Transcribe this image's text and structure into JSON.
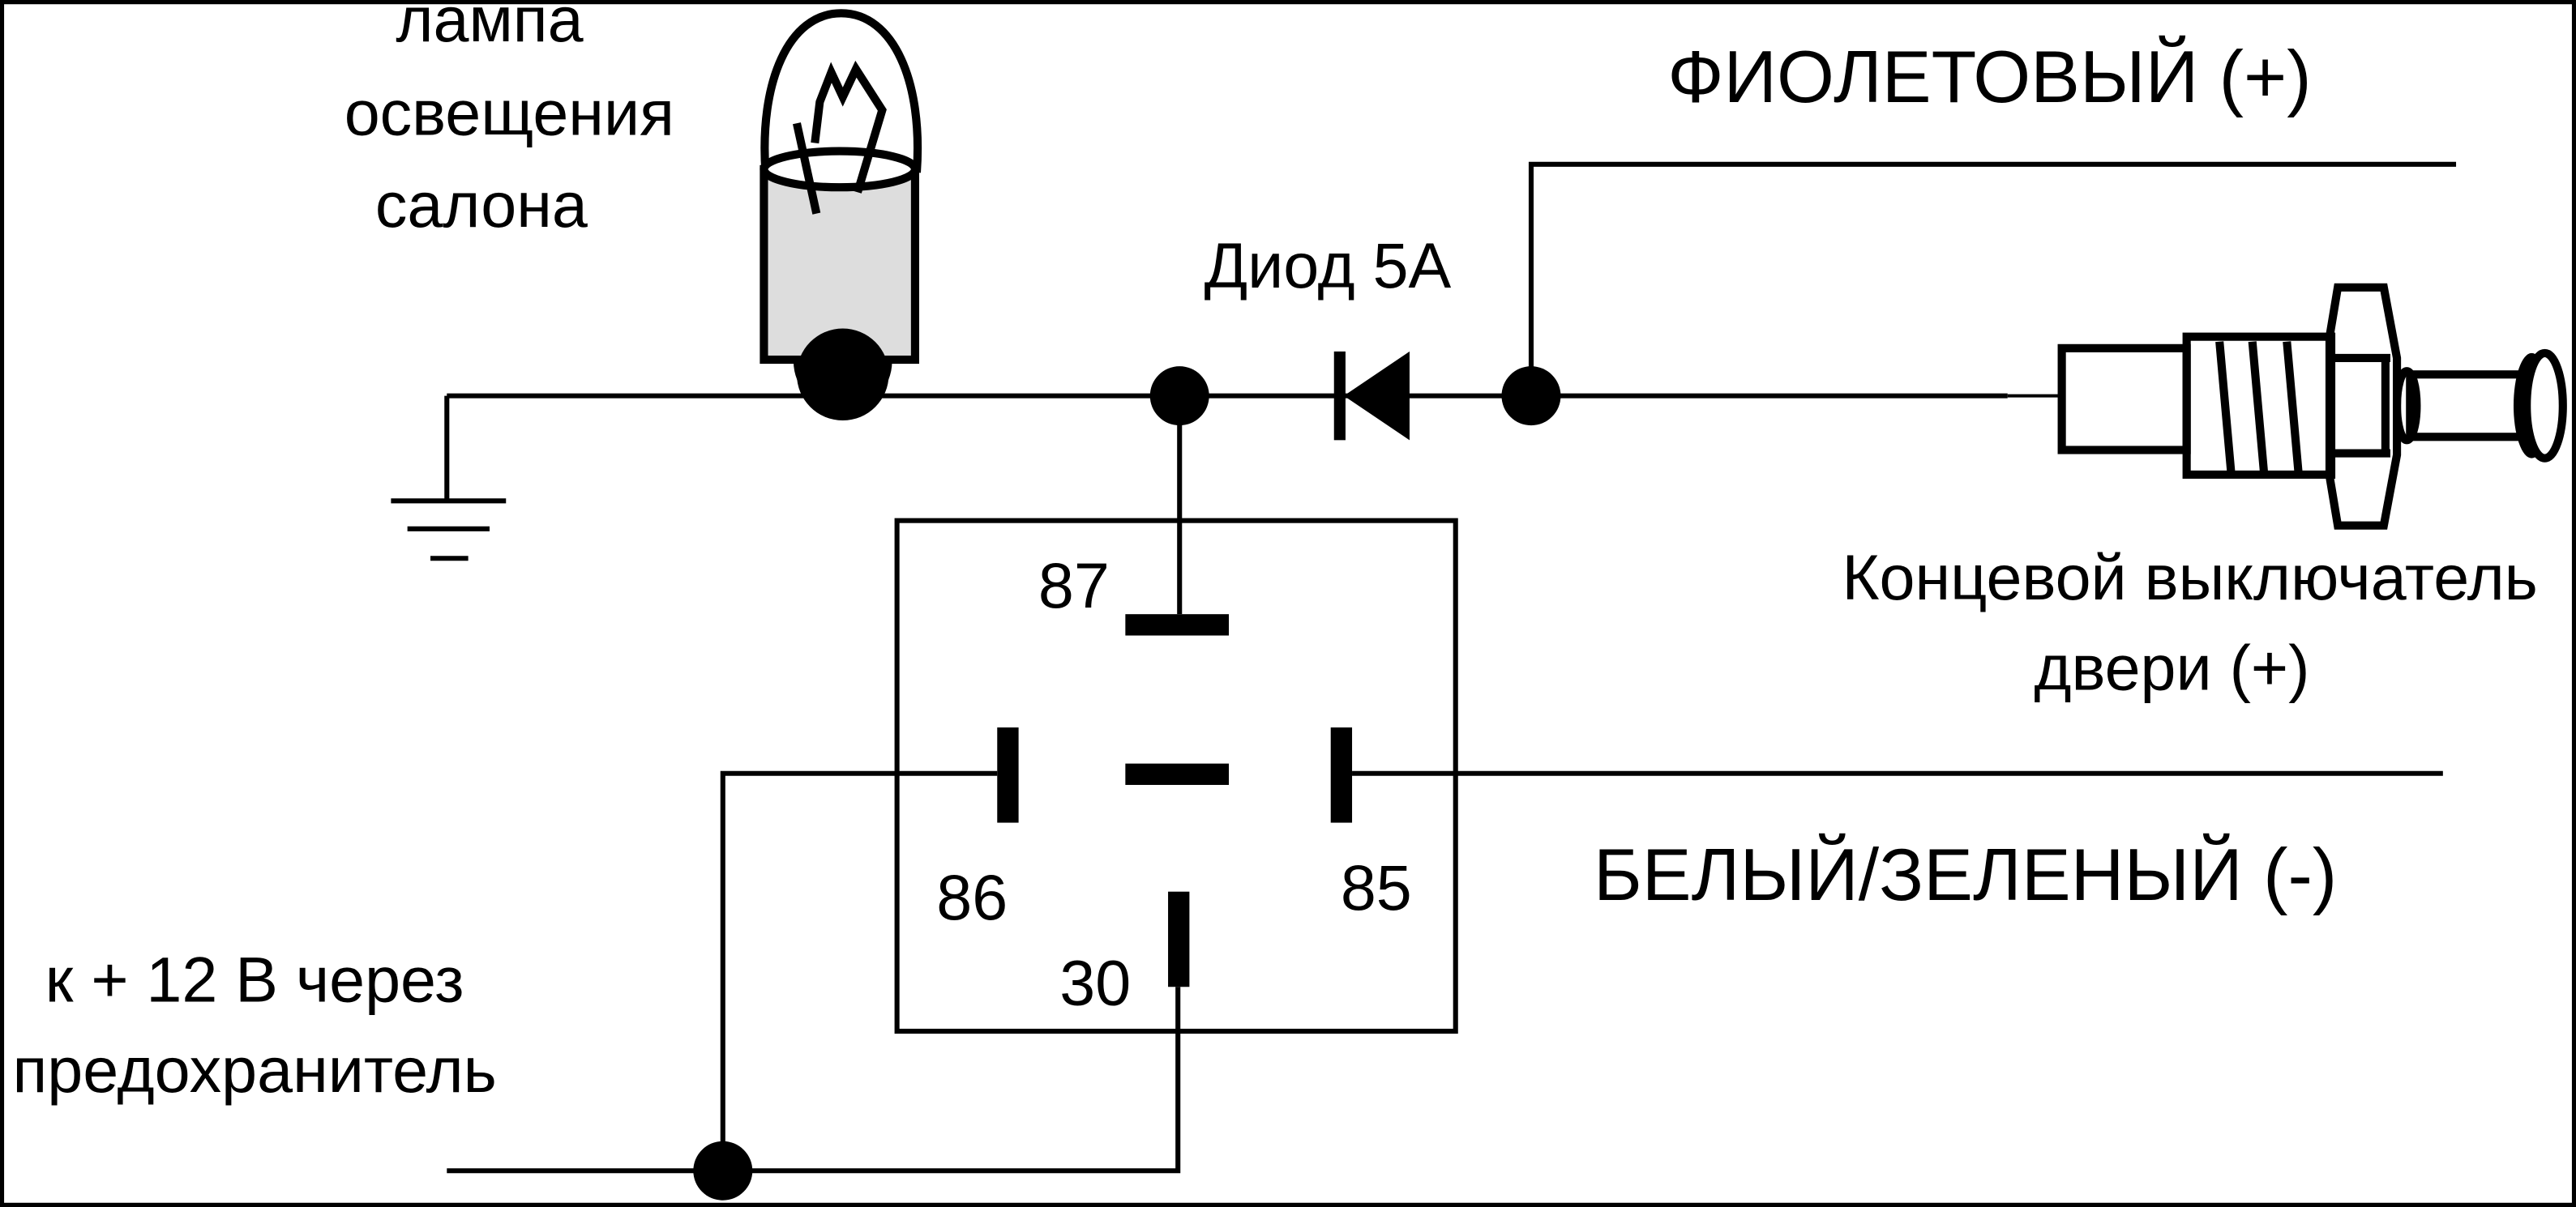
{
  "lamp": {
    "label_lines": [
      "лампа",
      "освещения",
      "салона"
    ]
  },
  "diode": {
    "label": "Диод 5А"
  },
  "wires": {
    "violet": "ФИОЛЕТОВЫЙ (+)",
    "white_green": "БЕЛЫЙ/ЗЕЛЕНЫЙ (-)"
  },
  "door_switch": {
    "label_lines": [
      "Концевой выключатель",
      "двери (+)"
    ]
  },
  "power": {
    "label_lines": [
      "к + 12 В через",
      "предохранитель"
    ]
  },
  "relay": {
    "pins": {
      "p87": "87",
      "p86": "86",
      "p85": "85",
      "p30": "30"
    }
  },
  "colors": {
    "line": "#000000",
    "lamp_base": "#dddddd",
    "background": "#ffffff"
  }
}
